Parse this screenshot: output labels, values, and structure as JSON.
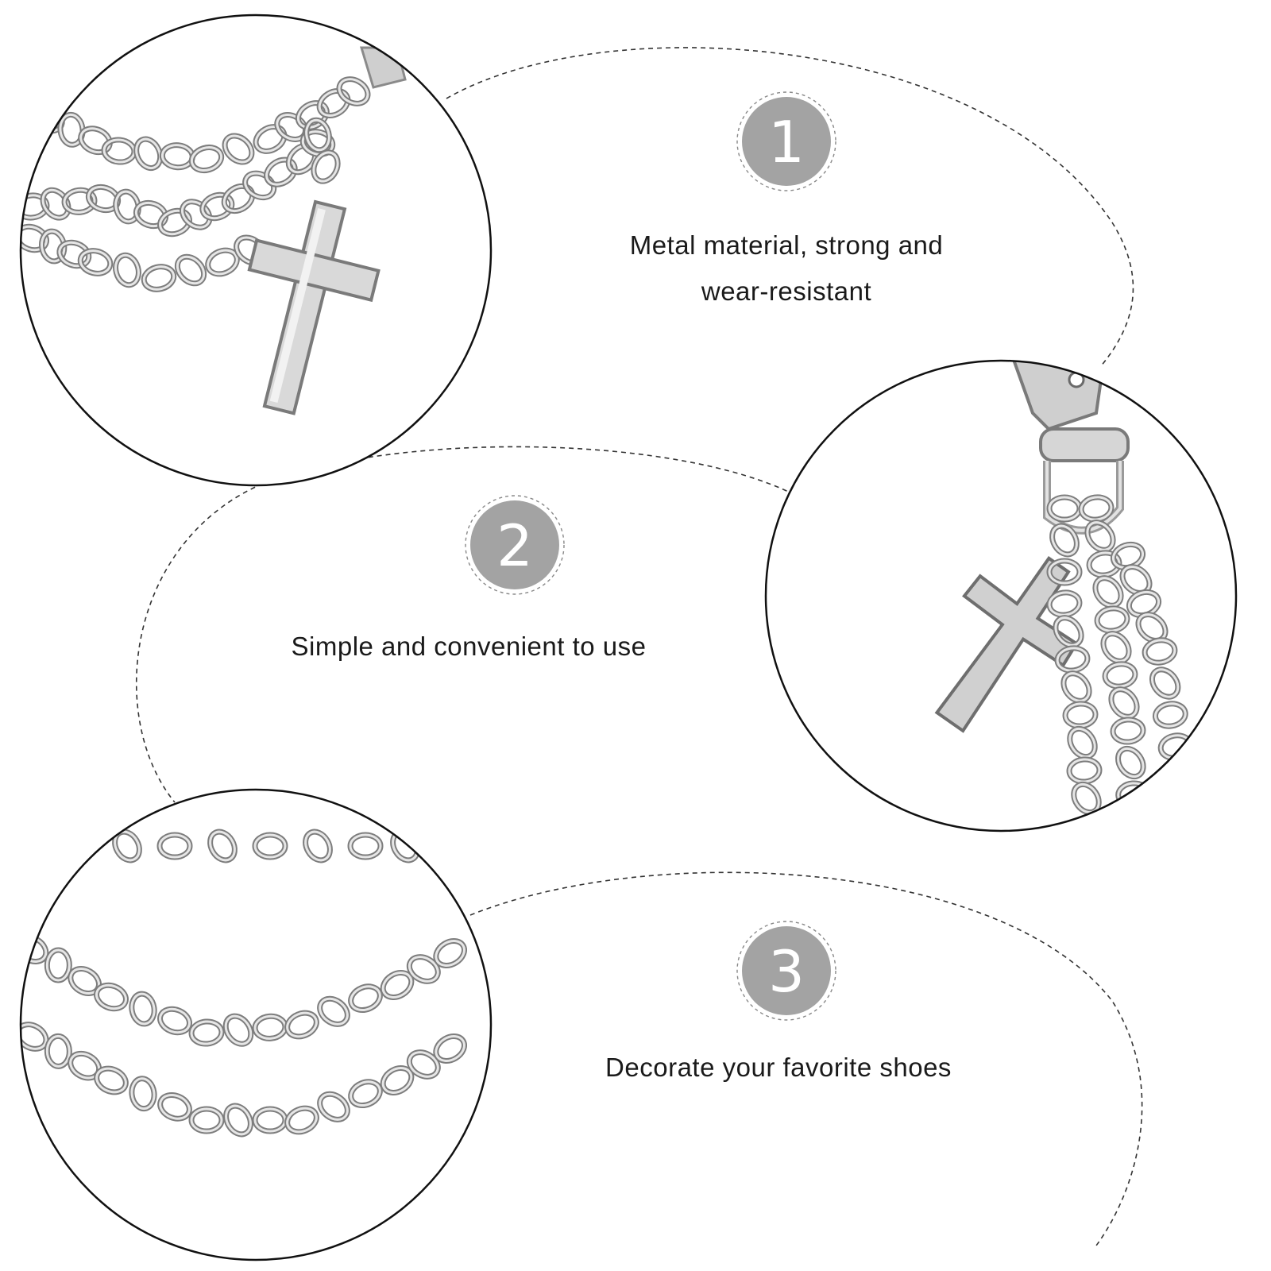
{
  "features": [
    {
      "number": "1",
      "lines": [
        "Metal material, strong and",
        "wear-resistant"
      ]
    },
    {
      "number": "2",
      "lines": [
        "Simple and convenient to use"
      ]
    },
    {
      "number": "3",
      "lines": [
        "Decorate your favorite shoes"
      ]
    }
  ],
  "colors": {
    "badge": "#a3a3a3",
    "line": "#222222",
    "metal": "#c8c8c8",
    "metal_dark": "#8a8a8a"
  },
  "images": [
    "layered-chain-with-cross-closeup",
    "clasp-with-cross-and-chains-closeup",
    "three-strand-chain-closeup"
  ]
}
